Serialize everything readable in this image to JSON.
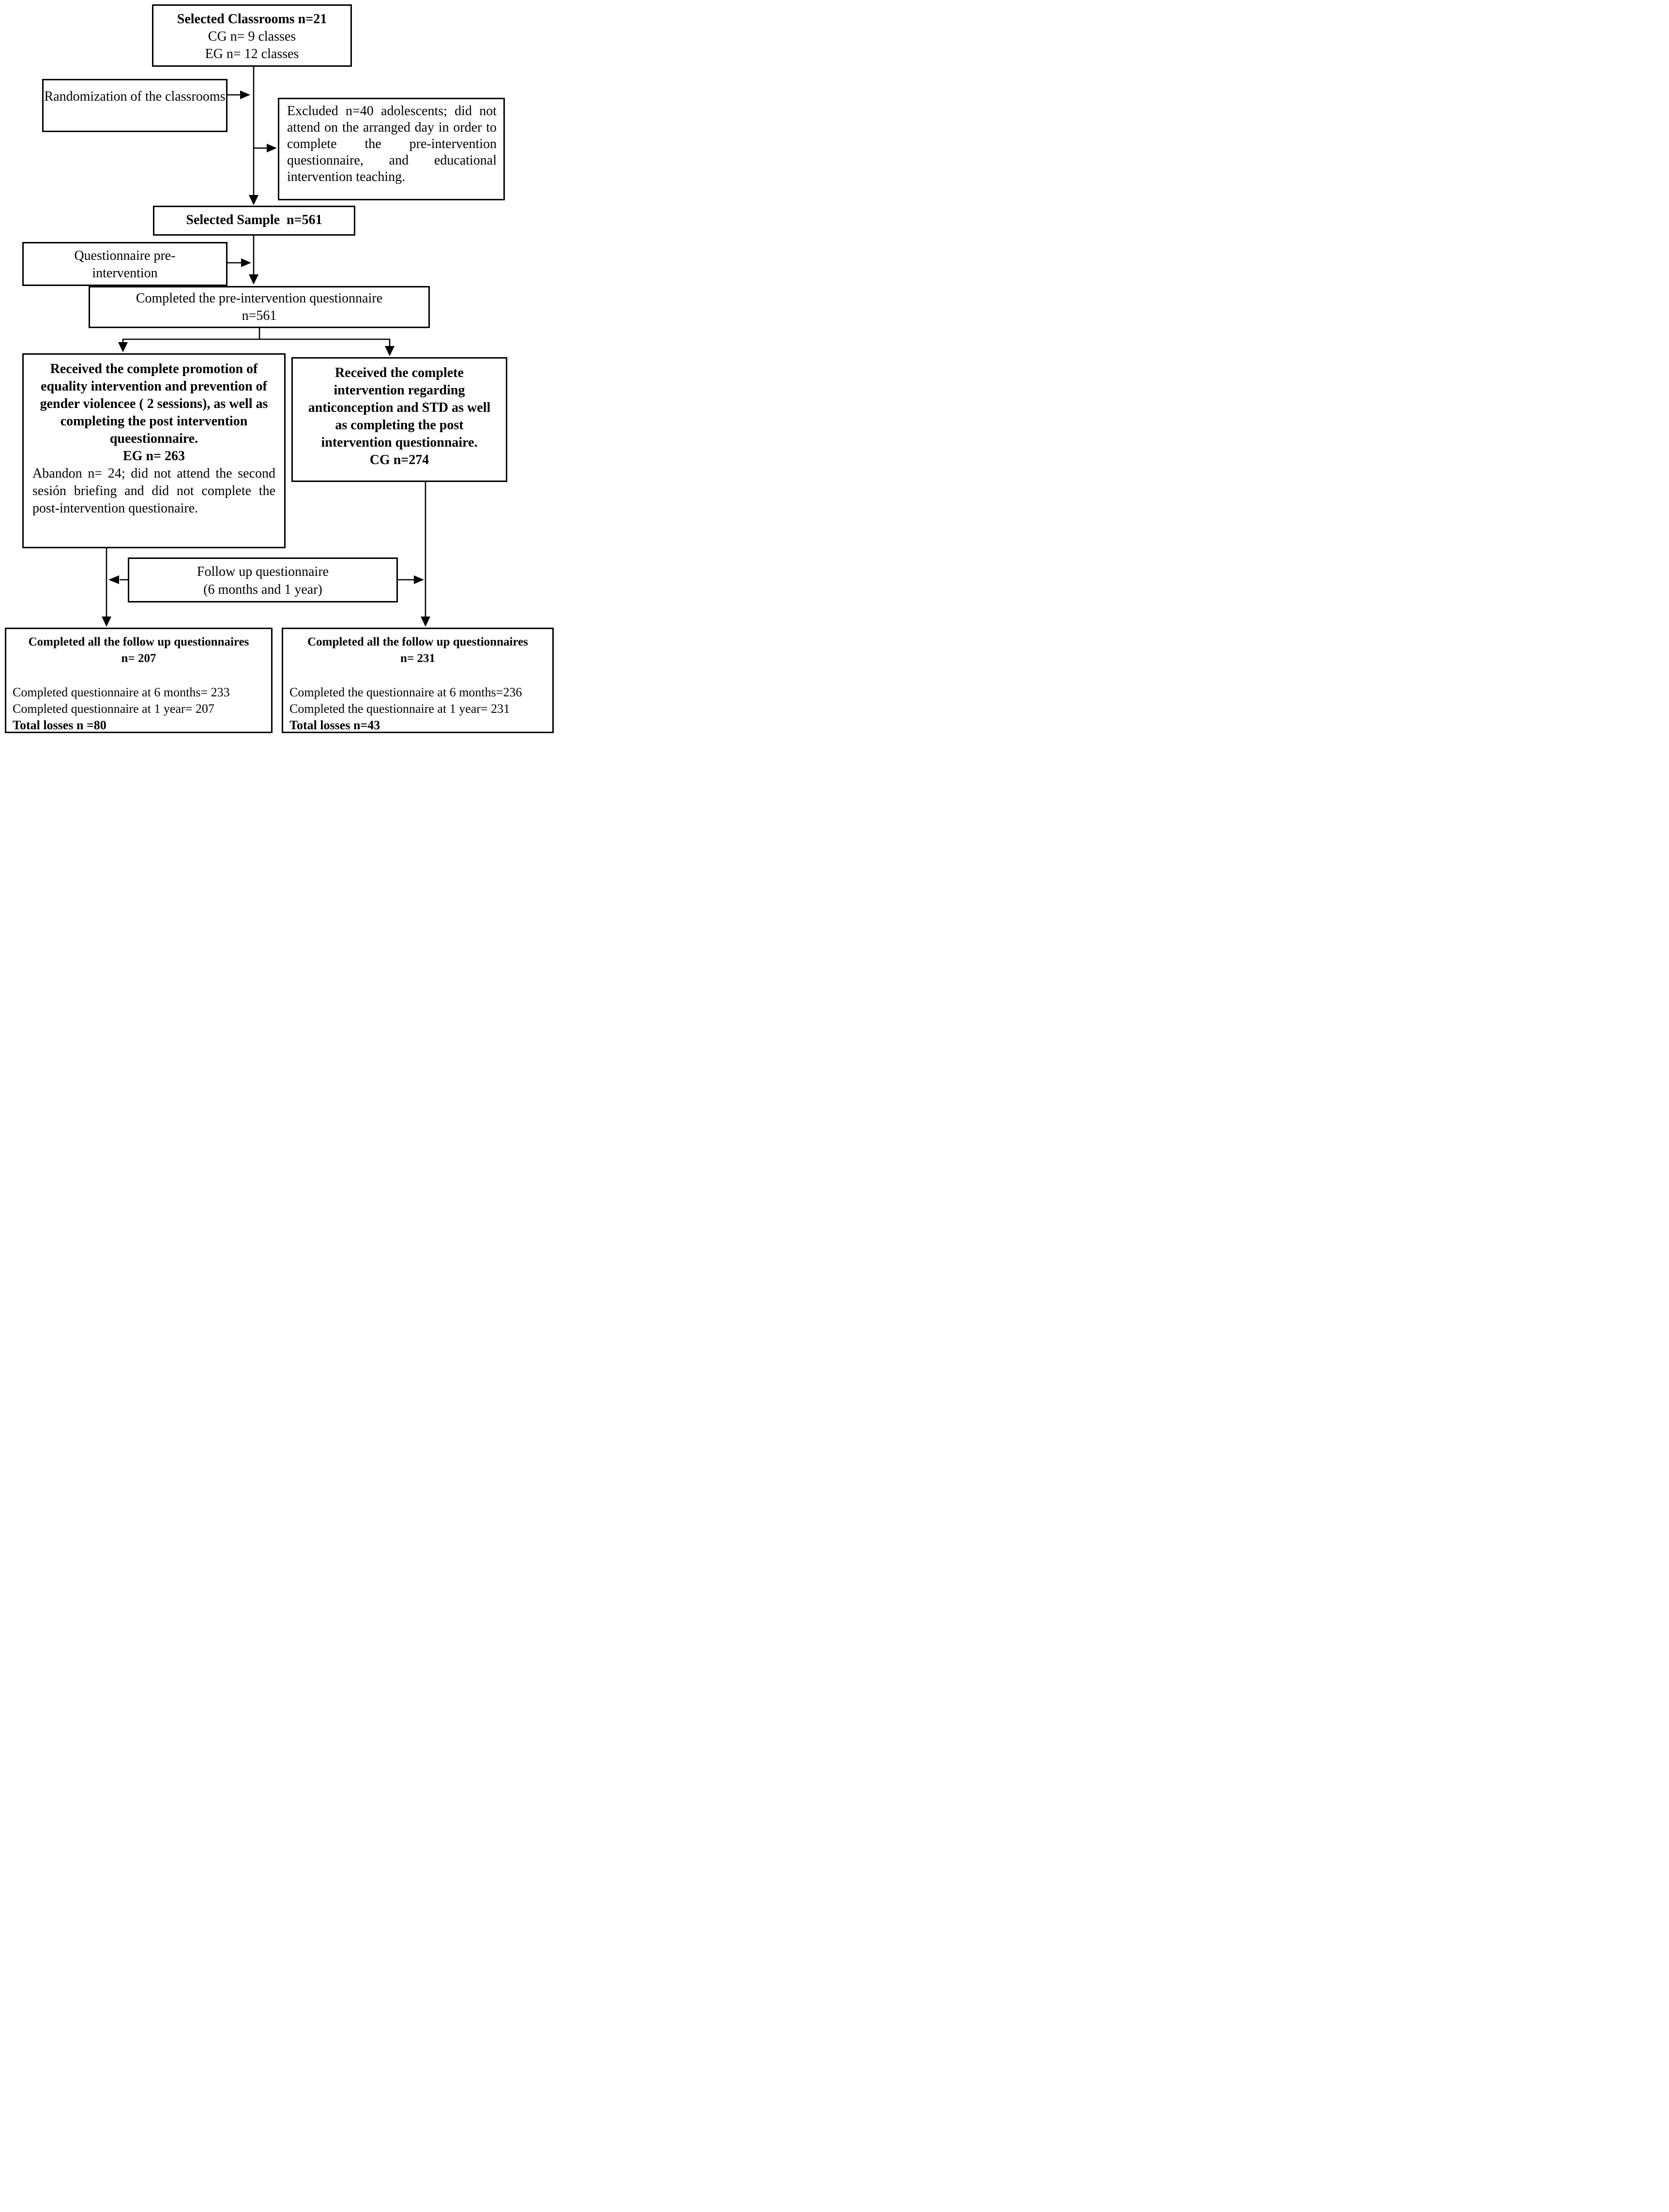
{
  "page": {
    "background": "#ffffff",
    "line_color": "#000000"
  },
  "boxes": {
    "selected_classrooms": {
      "title": "Selected Classrooms n=21",
      "cg_line": "CG n= 9 classes",
      "eg_line": "EG n= 12 classes"
    },
    "randomization": {
      "text": "Randomization of the classrooms"
    },
    "excluded": {
      "text": "Excluded n=40 adolescents; did not attend on the arranged day in order to complete the pre-intervention questionnaire, and educational intervention teaching."
    },
    "selected_sample": {
      "text": "Selected Sample  n=561"
    },
    "questionnaire_pre": {
      "line1": "Questionnaire pre-",
      "line2": "intervention"
    },
    "completed_pre": {
      "line1": "Completed the pre-intervention questionnaire",
      "line2": "n=561"
    },
    "experimental_group": {
      "bold_text": "Received the complete promotion of equality intervention and prevention of gender violencee ( 2 sessions), as well as completing the post intervention queestionnaire.",
      "n_line": "EG n= 263",
      "abandon_text": "Abandon n= 24; did not attend the second sesión briefing and did not complete the post-intervention questionaire."
    },
    "control_group": {
      "bold_text": "Received the complete intervention regarding anticonception and STD as well as completing the post intervention questionnaire.",
      "n_line": "CG n=274"
    },
    "follow_up": {
      "line1": "Follow up questionnaire",
      "line2": "(6 months and 1 year)"
    },
    "followup_eg": {
      "header": "Completed all the follow up questionnaires",
      "n_line": "n= 207",
      "detail1": "Completed questionnaire at 6 months= 233",
      "detail2": "Completed questionnaire at 1 year= 207",
      "total": "Total losses n =80"
    },
    "followup_cg": {
      "header": "Completed all the follow up questionnaires",
      "n_line": "n= 231",
      "detail1": "Completed the questionnaire at 6 months=236",
      "detail2": "Completed the questionnaire at 1 year= 231",
      "total": "Total losses n=43"
    }
  }
}
